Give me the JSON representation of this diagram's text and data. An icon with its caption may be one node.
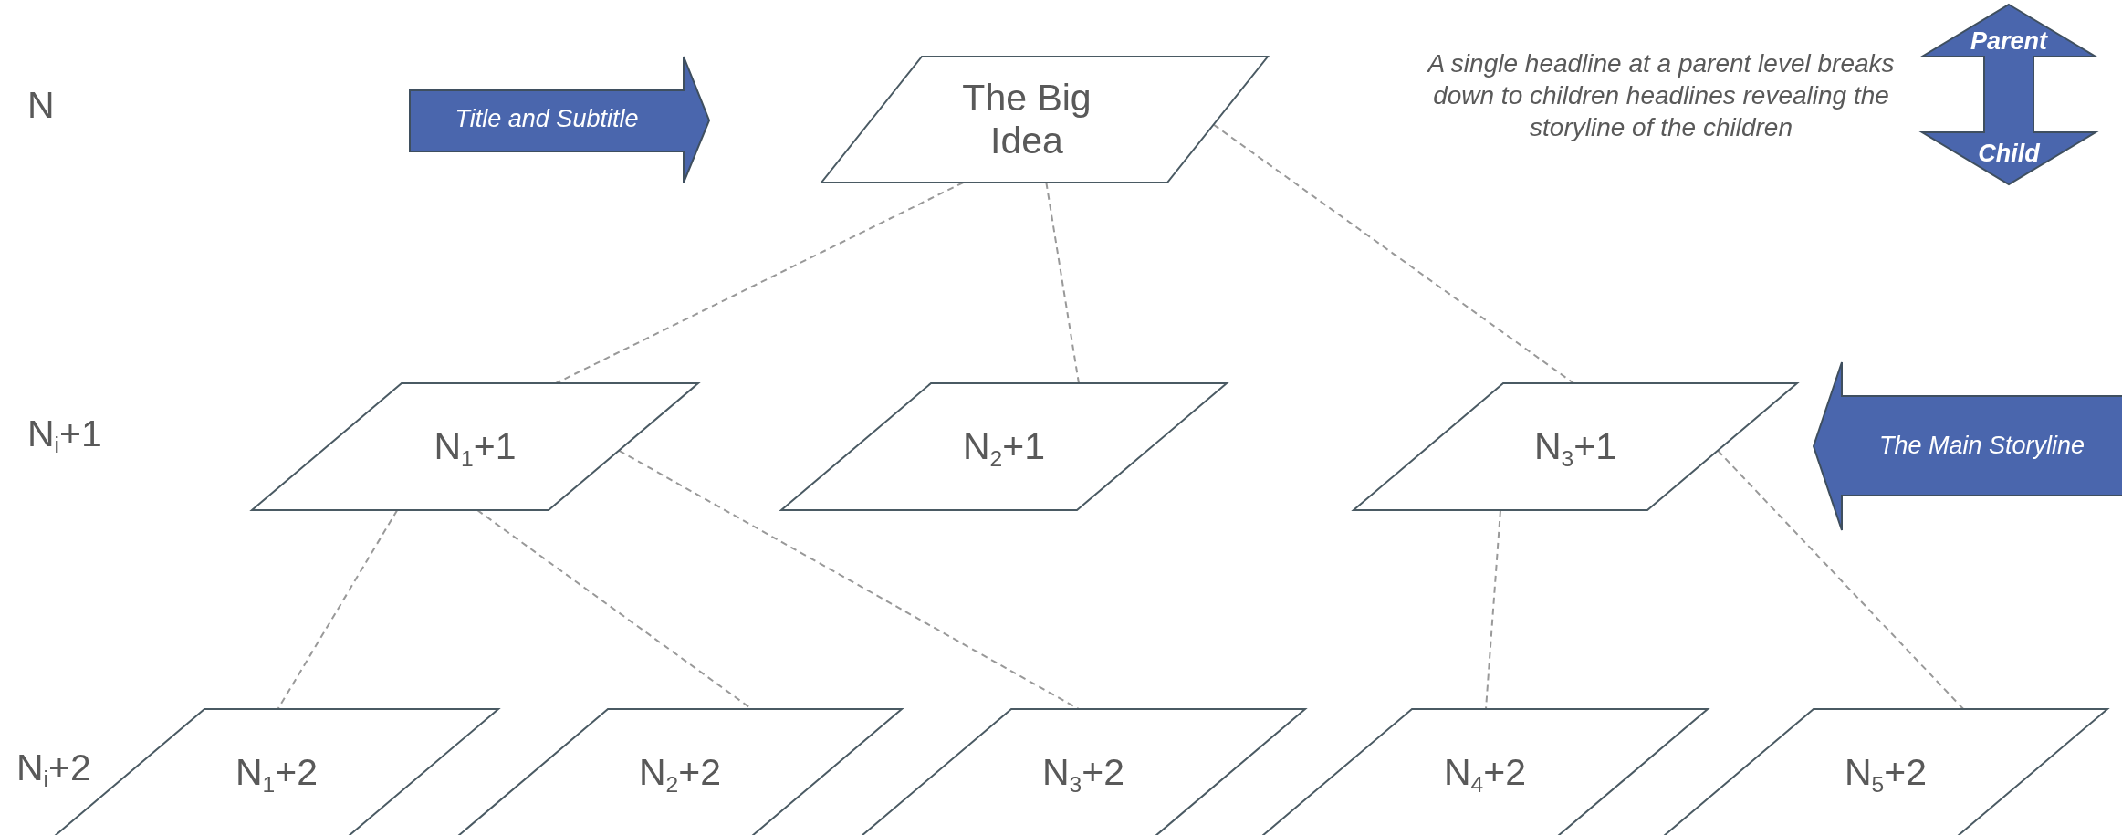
{
  "diagram": {
    "nodes": [
      {
        "text": [
          "The Big Idea"
        ]
      },
      {
        "text": [
          "N$_{1}$+1"
        ]
      },
      {
        "text": [
          "N$_{2}$+1"
        ]
      },
      {
        "text": [
          "N$_{3}$+1"
        ]
      },
      {
        "text": [
          "N$_{1}$+2"
        ]
      },
      {
        "text": [
          "N$_{2}$+2"
        ]
      },
      {
        "text": [
          "N$_{3}$+2"
        ]
      },
      {
        "text": [
          "N$_{4}$+2"
        ]
      },
      {
        "text": [
          "N$_{5}$+2"
        ]
      },
      {
        "text": [
          "Title and Subtitle"
        ]
      },
      {
        "text": [
          "The Main Storyline"
        ]
      },
      {
        "text": [
          "Parent",
          "Child"
        ]
      }
    ],
    "edges": [
      {
        "from": 0,
        "to": 1,
        "arrow": "none",
        "style": "dashed"
      },
      {
        "from": 0,
        "to": 2,
        "arrow": "none",
        "style": "dashed"
      },
      {
        "from": 0,
        "to": 3,
        "arrow": "none",
        "style": "dashed"
      },
      {
        "from": 1,
        "to": 4,
        "arrow": "none",
        "style": "dashed"
      },
      {
        "from": 1,
        "to": 5,
        "arrow": "none",
        "style": "dashed"
      },
      {
        "from": 1,
        "to": 6,
        "arrow": "none",
        "style": "dashed"
      },
      {
        "from": 3,
        "to": 7,
        "arrow": "none",
        "style": "dashed"
      },
      {
        "from": 3,
        "to": 8,
        "arrow": "none",
        "style": "dashed"
      }
    ],
    "labels": [
      "N",
      "N$_{i}$+1",
      "N$_{i}$+2",
      "A single headline at a parent level breaks down to children headlines revealing the storyline of the children"
    ]
  }
}
